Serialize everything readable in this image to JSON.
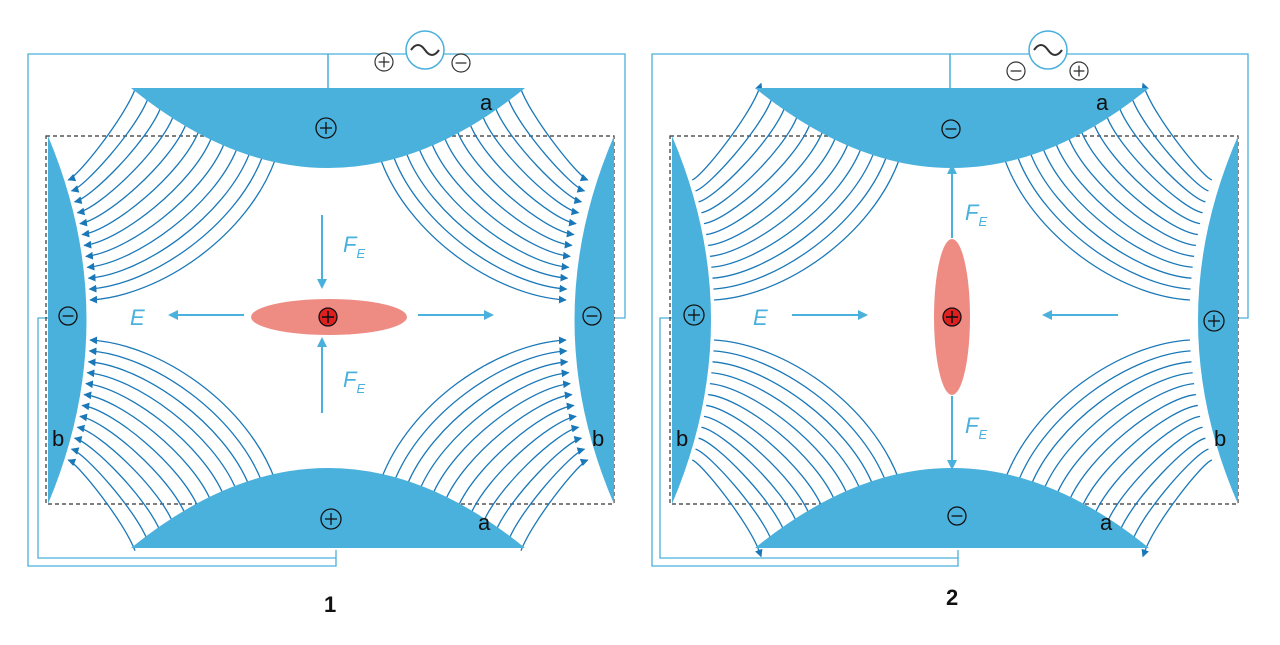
{
  "colors": {
    "electrode": "#4ab0dc",
    "wire": "#4ab0dc",
    "field_line": "#1a78b8",
    "force_arrow": "#4ab0dc",
    "ellipsoid": "#ee8c84",
    "charge_core": "#e02020",
    "frame": "#333333",
    "text": "#111111"
  },
  "panels": [
    {
      "number": "1",
      "electrode_a_label": "a",
      "electrode_b_label": "b",
      "field_label": "E",
      "force_label": "F",
      "force_subscript": "E",
      "source_symbol": "~",
      "source_left_sign": "plus",
      "source_right_sign": "minus",
      "electrode_a_sign": "plus",
      "electrode_b_sign": "minus",
      "ellipsoid_orientation": "horizontal",
      "field_direction": "a-to-b"
    },
    {
      "number": "2",
      "electrode_a_label": "a",
      "electrode_b_label": "b",
      "field_label": "E",
      "force_label": "F",
      "force_subscript": "E",
      "source_symbol": "~",
      "source_left_sign": "minus",
      "source_right_sign": "plus",
      "electrode_a_sign": "minus",
      "electrode_b_sign": "plus",
      "ellipsoid_orientation": "vertical",
      "field_direction": "b-to-a"
    }
  ]
}
